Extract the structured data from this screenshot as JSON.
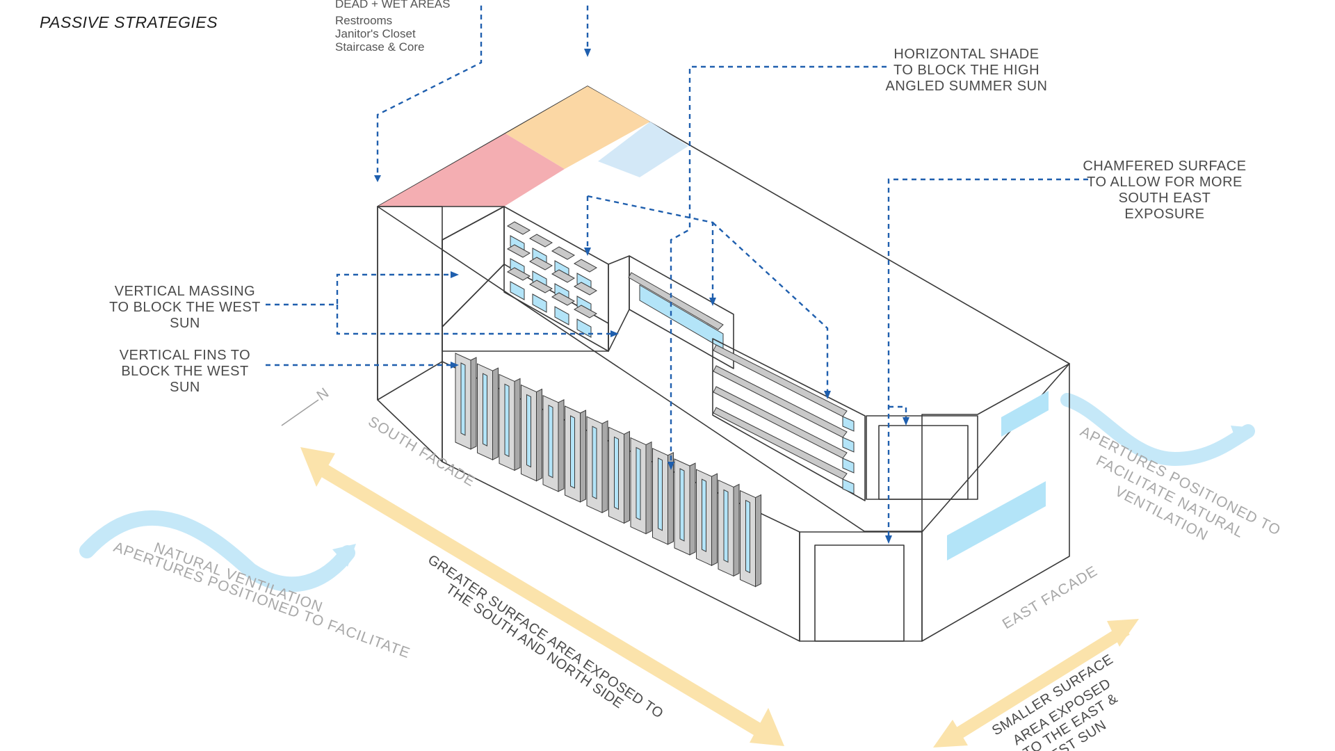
{
  "header": {
    "subtitle": "PASSIVE STRATEGIES"
  },
  "dead_wet_areas": {
    "heading": "DEAD + WET AREAS",
    "items": [
      "Restrooms",
      "Janitor's Closet",
      "Staircase & Core"
    ]
  },
  "annotations": {
    "horizontal_shade": [
      "HORIZONTAL SHADE",
      "TO BLOCK THE HIGH",
      "ANGLED SUMMER SUN"
    ],
    "chamfered_surface": [
      "CHAMFERED SURFACE",
      "TO ALLOW FOR MORE",
      "SOUTH EAST",
      "EXPOSURE"
    ],
    "vertical_massing": [
      "VERTICAL MASSING",
      "TO BLOCK THE WEST",
      "SUN"
    ],
    "vertical_fins": [
      "VERTICAL FINS TO",
      "BLOCK THE WEST",
      "SUN"
    ]
  },
  "compass": {
    "label": "N"
  },
  "facades": {
    "south": "SOUTH FACADE",
    "east": "EAST FACADE"
  },
  "ventilation": {
    "west": [
      "APERTURES POSITIONED TO FACILITATE",
      "NATURAL VENTILATION"
    ],
    "east": [
      "APERTURES POSITIONED TO",
      "FACILITATE NATURAL",
      "VENTILATION"
    ]
  },
  "exposure": {
    "greater": [
      "GREATER SURFACE AREA EXPOSED TO",
      "THE SOUTH AND NORTH SIDE"
    ],
    "smaller": [
      "SMALLER SURFACE",
      "AREA EXPOSED",
      "TO THE EAST &",
      "WEST SUN"
    ]
  },
  "colors": {
    "leader": "#1f5fae",
    "wet_red": "#f4aeb2",
    "massing_red": "#ef8a8c",
    "core_orange": "#fbd7a4",
    "core_blue": "#d3e8f7",
    "glass": "#b3e4f8",
    "airflow": "#c5e8f8",
    "exposure_arrow": "#fbe3ab",
    "fin_grey": "#c9c9c9"
  }
}
